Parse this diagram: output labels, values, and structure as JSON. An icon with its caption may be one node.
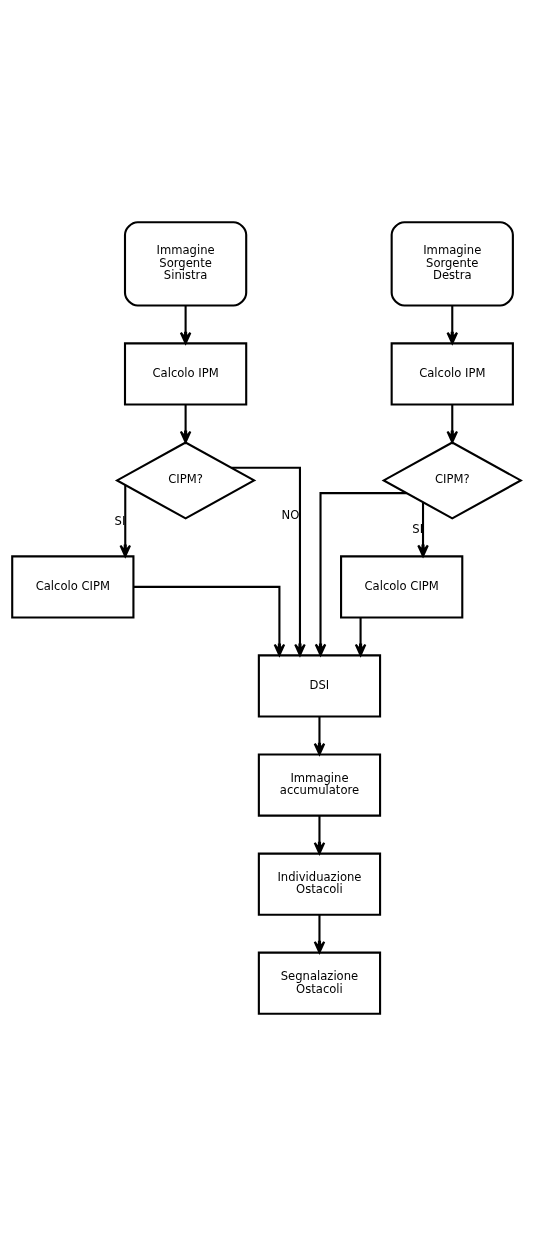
{
  "diagram": {
    "nodes": [
      {
        "text": [
          "Immagine Sorgente Sinistra"
        ]
      },
      {
        "text": [
          "Immagine Sorgente Destra"
        ]
      },
      {
        "text": [
          "Calcolo IPM"
        ]
      },
      {
        "text": [
          "Calcolo IPM"
        ]
      },
      {
        "text": [
          "CIPM?"
        ]
      },
      {
        "text": [
          "CIPM?"
        ]
      },
      {
        "text": [
          "Calcolo CIPM"
        ]
      },
      {
        "text": [
          "Calcolo CIPM"
        ]
      },
      {
        "text": [
          "DSI"
        ]
      },
      {
        "text": [
          "Immagine accumulatore"
        ]
      },
      {
        "text": [
          "Individuazione Ostacoli"
        ]
      },
      {
        "text": [
          "Segnalazione Ostacoli"
        ]
      }
    ],
    "edges": [
      {
        "from": 0,
        "to": 2,
        "arrow": "to"
      },
      {
        "from": 1,
        "to": 3,
        "arrow": "to"
      },
      {
        "from": 2,
        "to": 4,
        "arrow": "to"
      },
      {
        "from": 3,
        "to": 5,
        "arrow": "to"
      },
      {
        "from": 4,
        "to": 6,
        "label": "SI",
        "arrow": "to"
      },
      {
        "from": 5,
        "to": 7,
        "label": "SI",
        "arrow": "to"
      },
      {
        "from": 4,
        "to": 8,
        "label": "NO",
        "arrow": "to"
      },
      {
        "from": 5,
        "to": 8,
        "arrow": "to"
      },
      {
        "from": 6,
        "to": 8,
        "arrow": "to"
      },
      {
        "from": 7,
        "to": 8,
        "arrow": "to"
      },
      {
        "from": 8,
        "to": 9,
        "arrow": "to"
      },
      {
        "from": 9,
        "to": 10,
        "arrow": "to"
      },
      {
        "from": 10,
        "to": 11,
        "arrow": "to"
      }
    ]
  }
}
